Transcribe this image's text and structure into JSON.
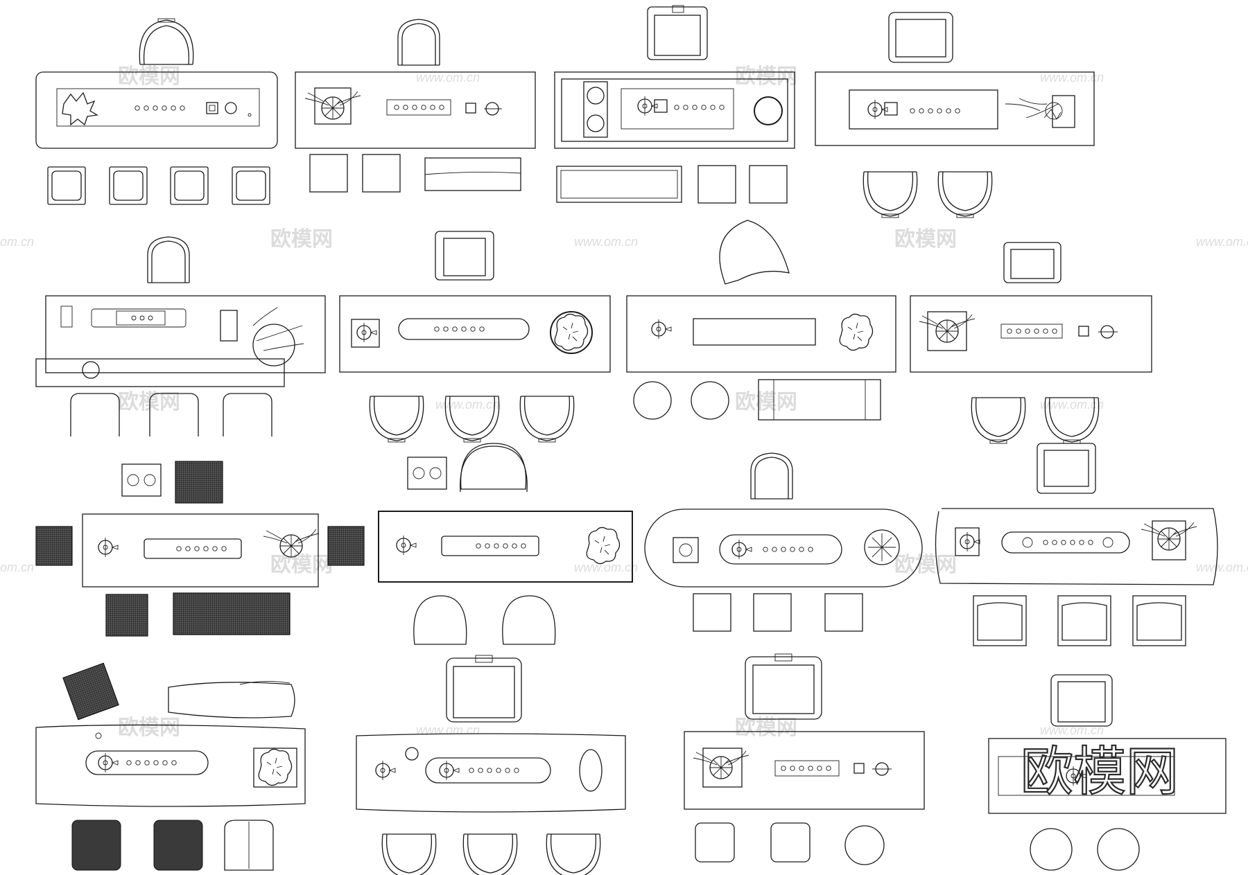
{
  "title": "",
  "watermarks": {
    "brand": "欧模网",
    "url": "www.om.cn",
    "url_partial": "om.cn"
  },
  "colors": {
    "line": "#1a1a1a",
    "background": "#ffffff",
    "watermark": "#d6d6d6"
  },
  "icons": [
    "chair-icon",
    "stool-icon",
    "tea-table-icon",
    "plant-icon",
    "kettle-icon",
    "cup-row-icon",
    "round-stool-icon",
    "cushion-icon"
  ],
  "tables": [
    {
      "row": 1,
      "col": 1,
      "shape": "rounded-rect",
      "stools": 4,
      "chair_side": "top"
    },
    {
      "row": 1,
      "col": 2,
      "shape": "rect",
      "stools": 3,
      "chair_side": "top"
    },
    {
      "row": 1,
      "col": 3,
      "shape": "rect",
      "stools": 3,
      "chair_side": "top"
    },
    {
      "row": 1,
      "col": 4,
      "shape": "rect",
      "stools": 0,
      "chair_side": "top+bottom"
    },
    {
      "row": 2,
      "col": 1,
      "shape": "rect",
      "stools": 3,
      "chair_side": "top"
    },
    {
      "row": 2,
      "col": 2,
      "shape": "rect",
      "stools": 3,
      "chair_side": "top"
    },
    {
      "row": 2,
      "col": 3,
      "shape": "rect",
      "stools": 3,
      "chair_side": "top"
    },
    {
      "row": 2,
      "col": 4,
      "shape": "rect",
      "stools": 2,
      "chair_side": "top"
    },
    {
      "row": 3,
      "col": 1,
      "shape": "rect",
      "stools": 4,
      "chair_side": "none"
    },
    {
      "row": 3,
      "col": 2,
      "shape": "rect",
      "stools": 2,
      "chair_side": "top"
    },
    {
      "row": 3,
      "col": 3,
      "shape": "stadium",
      "stools": 3,
      "chair_side": "top"
    },
    {
      "row": 3,
      "col": 4,
      "shape": "wavy-rect",
      "stools": 3,
      "chair_side": "top"
    },
    {
      "row": 4,
      "col": 1,
      "shape": "live-edge",
      "stools": 3,
      "chair_side": "top"
    },
    {
      "row": 4,
      "col": 2,
      "shape": "live-edge",
      "stools": 3,
      "chair_side": "top"
    },
    {
      "row": 4,
      "col": 3,
      "shape": "rect",
      "stools": 3,
      "chair_side": "top"
    },
    {
      "row": 4,
      "col": 4,
      "shape": "rect",
      "stools": 2,
      "chair_side": "top"
    }
  ]
}
